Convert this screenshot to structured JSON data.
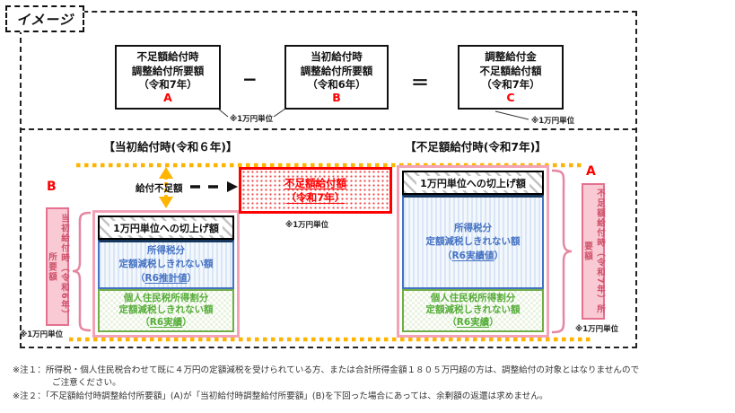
{
  "page": {
    "tag_label": "イメージ"
  },
  "formula": {
    "box_a": {
      "lines": [
        "不足額給付時",
        "調整給付所要額",
        "（令和7年）"
      ],
      "letter": "A"
    },
    "minus": "−",
    "box_b": {
      "lines": [
        "当初給付時",
        "調整給付所要額",
        "（令和6年）"
      ],
      "letter": "B"
    },
    "equals": "＝",
    "box_c": {
      "lines": [
        "調整給付金",
        "不足額給付額",
        "（令和7年）"
      ],
      "letter": "C"
    },
    "unit_note_ab": "※1万円単位",
    "unit_note_c": "※1万円単位"
  },
  "sections": {
    "left_header": "【当初給付時(令和６年)】",
    "right_header": "【不足額給付時(令和7年)】"
  },
  "punct": {
    "open": "（",
    "close": "）"
  },
  "left_chart": {
    "letter": "B",
    "side_label": "当初給付時（令和6年）所要額",
    "rounding_bar": "1万円単位への切上げ額",
    "blue_lines": [
      "所得税分",
      "定額減税しきれない額"
    ],
    "blue_ref": "R6推計値",
    "green_lines": [
      "個人住民税所得割分",
      "定額減税しきれない額"
    ],
    "green_ref": "R6実績",
    "unit_note": "※1万円単位"
  },
  "gap": {
    "label": "給付不足額"
  },
  "red_box": {
    "line1": "不足額給付額",
    "line2": "（令和7年）",
    "unit_note": "※1万円単位"
  },
  "right_chart": {
    "letter": "A",
    "side_label": "不足額給付時（令和7年）所要額",
    "rounding_bar": "1万円単位への切上げ額",
    "blue_lines": [
      "所得税分",
      "定額減税しきれない額"
    ],
    "blue_ref": "R6実績値",
    "green_lines": [
      "個人住民税所得割分",
      "定額減税しきれない額"
    ],
    "green_ref": "R6実績",
    "unit_note": "※1万円単位"
  },
  "notes": {
    "note1_line1": "※注１：所得税・個人住民税合わせて既に４万円の定額減税を受けられている方、または合計所得金額１８０５万円超の方は、調整給付の対象とはなりませんので",
    "note1_line2": "ご注意ください。",
    "note2": "※注２：「不足額給付時調整給付所要額」(A)が「当初給付時調整給付所要額」(B)を下回った場合にあっては、余剰額の返還は求めません。"
  },
  "colors": {
    "accent_red": "#ff0000",
    "orange_dotted": "#ffb400",
    "pink_border": "#e4728f",
    "pink_fill": "#f9c9d4",
    "blue_text": "#4472c4",
    "green_border": "#70ad47",
    "hatch_gray": "#c3c3c3"
  }
}
